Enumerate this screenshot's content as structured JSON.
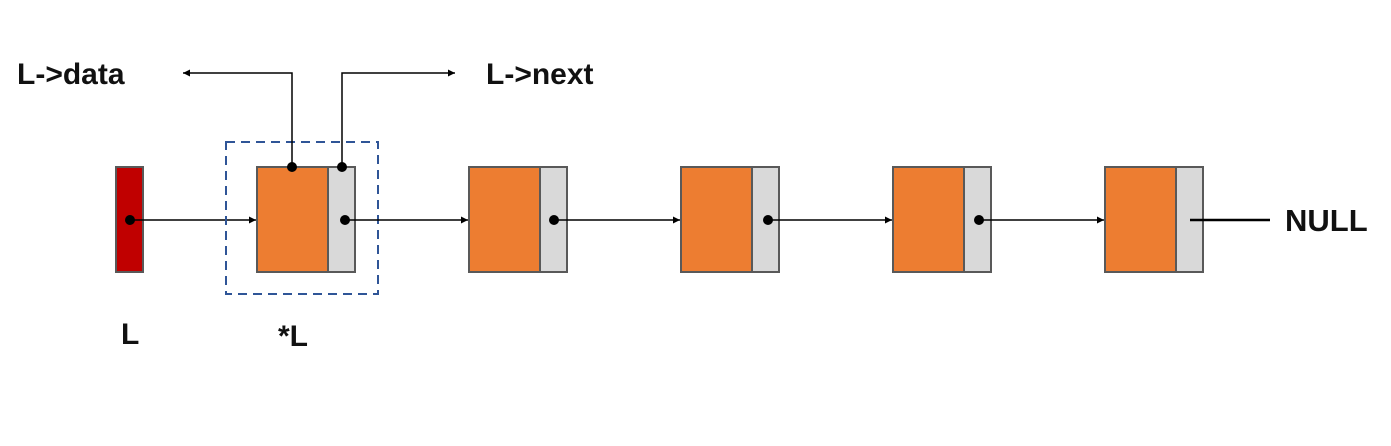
{
  "labels": {
    "data_field": "L->data",
    "next_field": "L->next",
    "head_pointer": "L",
    "head_node": "*L",
    "null_terminator": "NULL"
  },
  "node_count": 5,
  "colors": {
    "pointer_box": "#C00000",
    "data_cell": "#ED7D31",
    "next_cell": "#D9D9D9",
    "cell_border": "#595959",
    "highlight_dash": "#2F5597",
    "line": "#000000"
  }
}
